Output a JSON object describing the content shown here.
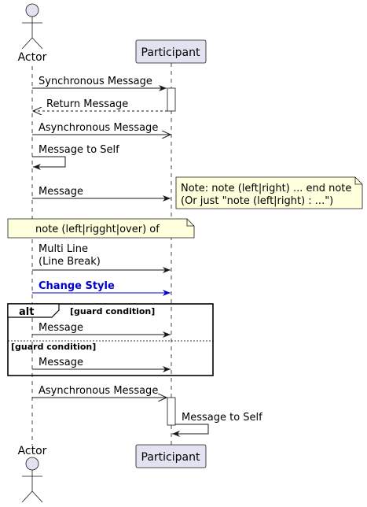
{
  "participants": {
    "actor": "Actor",
    "participant": "Participant"
  },
  "messages": {
    "sync": "Synchronous Message",
    "return": "Return Message",
    "async1": "Asynchronous Message",
    "self1": "Message to Self",
    "msg_note": "Message",
    "multiline_1": "Multi Line",
    "multiline_2": "(Line Break)",
    "style": "Change Style",
    "alt_msg1": "Message",
    "alt_msg2": "Message",
    "async2": "Asynchronous Message",
    "self2": "Message to Self"
  },
  "notes": {
    "right_line1": "Note: note (left|right) ... end note",
    "right_line2": "(Or just \"note (left|right) : ...\")",
    "over": "note (left|rigght|over) of"
  },
  "alt": {
    "keyword": "alt",
    "guard1": "[guard condition]",
    "guard2": "[guard condition]"
  },
  "colors": {
    "participant_fill": "#E2E2F0",
    "participant_stroke": "#181818",
    "note_fill": "#FEFFDD",
    "style_color": "#0000CD"
  }
}
